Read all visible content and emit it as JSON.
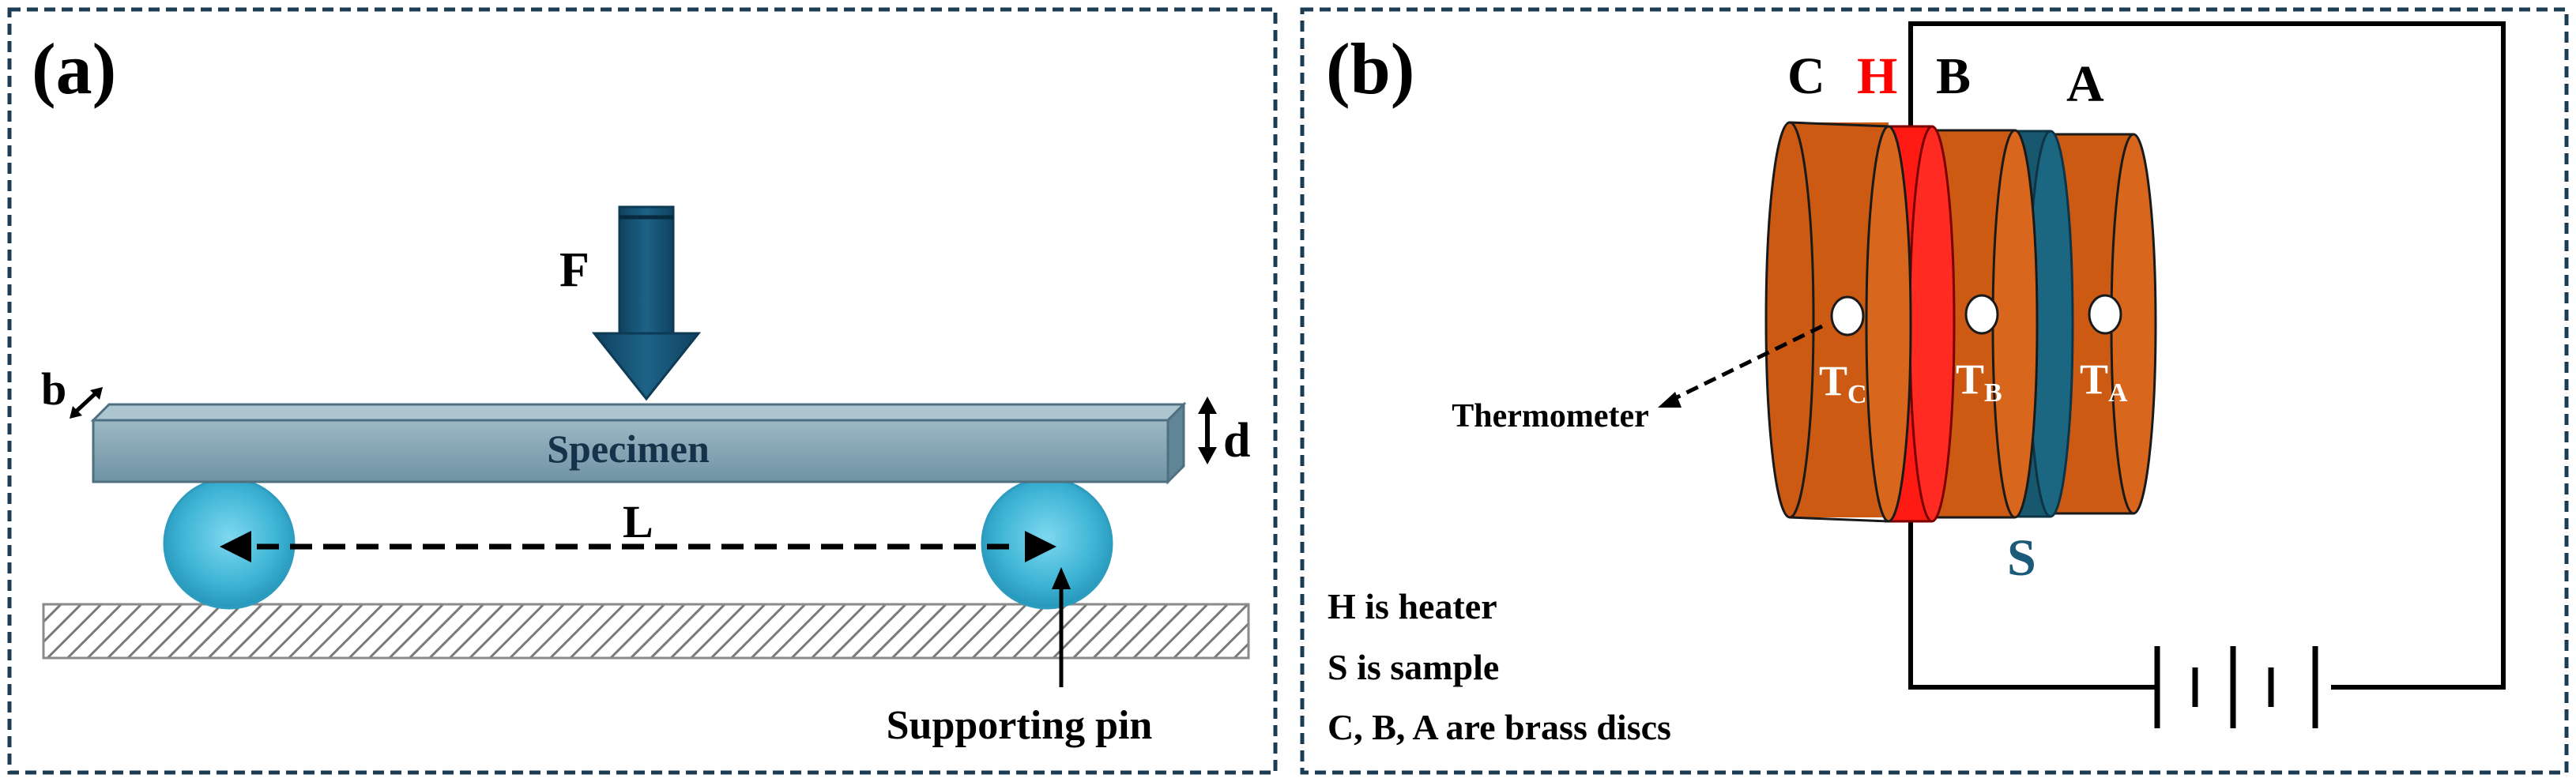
{
  "panel_a": {
    "label": "(a)",
    "force": "F",
    "width_symbol": "b",
    "depth_symbol": "d",
    "specimen": "Specimen",
    "span": "L",
    "support": "Supporting pin"
  },
  "panel_b": {
    "label": "(b)",
    "disc_c": "C",
    "heater": "H",
    "disc_b": "B",
    "disc_a": "A",
    "sample": "S",
    "thermometer": "Thermometer",
    "tc_main": "T",
    "tc_sub": "C",
    "tb_main": "T",
    "tb_sub": "B",
    "ta_main": "T",
    "ta_sub": "A",
    "legend": [
      "H is heater",
      "S is sample",
      "C, B, A are brass discs"
    ]
  },
  "colors": {
    "frame": "#1c3c54",
    "beam": "#7e9fae",
    "arrow": "#15506f",
    "pin": "#3fb5d6",
    "brass": "#cc5a12",
    "heater": "#ff1a14",
    "sample": "#17586f",
    "heater_text": "#ff0000",
    "sample_text": "#1b5a78"
  }
}
